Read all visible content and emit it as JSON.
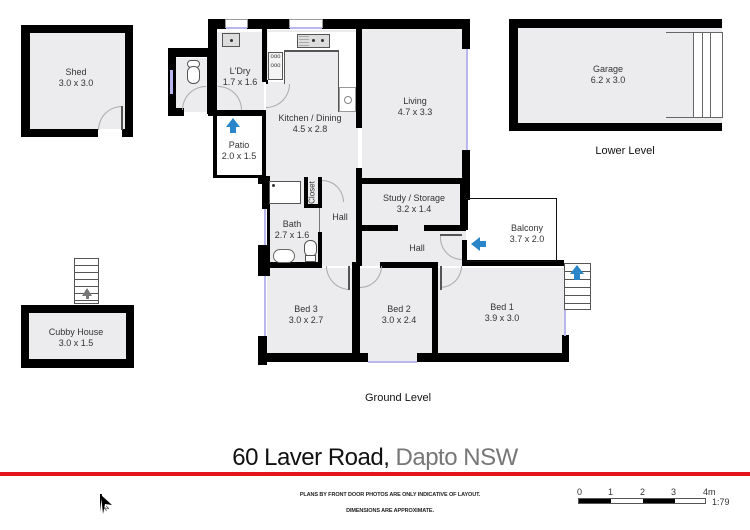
{
  "plan": {
    "title_street": "60 Laver Road,",
    "title_suburb": " Dapto NSW",
    "accent_color": "#e3141b",
    "levels": {
      "ground": "Ground Level",
      "lower": "Lower Level"
    },
    "rooms": {
      "shed": {
        "name": "Shed",
        "dims": "3.0 x 3.0"
      },
      "laundry": {
        "name": "L'Dry",
        "dims": "1.7 x 1.6"
      },
      "patio": {
        "name": "Patio",
        "dims": "2.0 x 1.5"
      },
      "kitchen": {
        "name": "Kitchen / Dining",
        "dims": "4.5 x 2.8"
      },
      "living": {
        "name": "Living",
        "dims": "4.7 x 3.3"
      },
      "garage": {
        "name": "Garage",
        "dims": "6.2 x 3.0"
      },
      "study": {
        "name": "Study / Storage",
        "dims": "3.2 x 1.4"
      },
      "bath": {
        "name": "Bath",
        "dims": "2.7 x 1.6"
      },
      "closet": {
        "name": "Closet"
      },
      "hall_upper": {
        "name": "Hall"
      },
      "hall_lower": {
        "name": "Hall"
      },
      "balcony": {
        "name": "Balcony",
        "dims": "3.7 x 2.0"
      },
      "bed1": {
        "name": "Bed 1",
        "dims": "3.9 x 3.0"
      },
      "bed2": {
        "name": "Bed 2",
        "dims": "3.0 x 2.4"
      },
      "bed3": {
        "name": "Bed 3",
        "dims": "3.0 x 2.7"
      },
      "cubby": {
        "name": "Cubby House",
        "dims": "3.0 x 1.5"
      }
    },
    "disclaimer_line1": "PLANS BY FRONT DOOR PHOTOS ARE ONLY INDICATIVE OF LAYOUT.",
    "disclaimer_line2": "DIMENSIONS ARE APPROXIMATE.",
    "north_label": "N",
    "scale": {
      "ticks": [
        "0",
        "1",
        "2",
        "3",
        "4m"
      ],
      "ratio": "1:79"
    },
    "icons": [
      "entry-arrow-icon",
      "north-arrow-icon",
      "toilet-icon",
      "sink-icon",
      "stove-icon",
      "shower-icon",
      "stairs-icon"
    ]
  }
}
